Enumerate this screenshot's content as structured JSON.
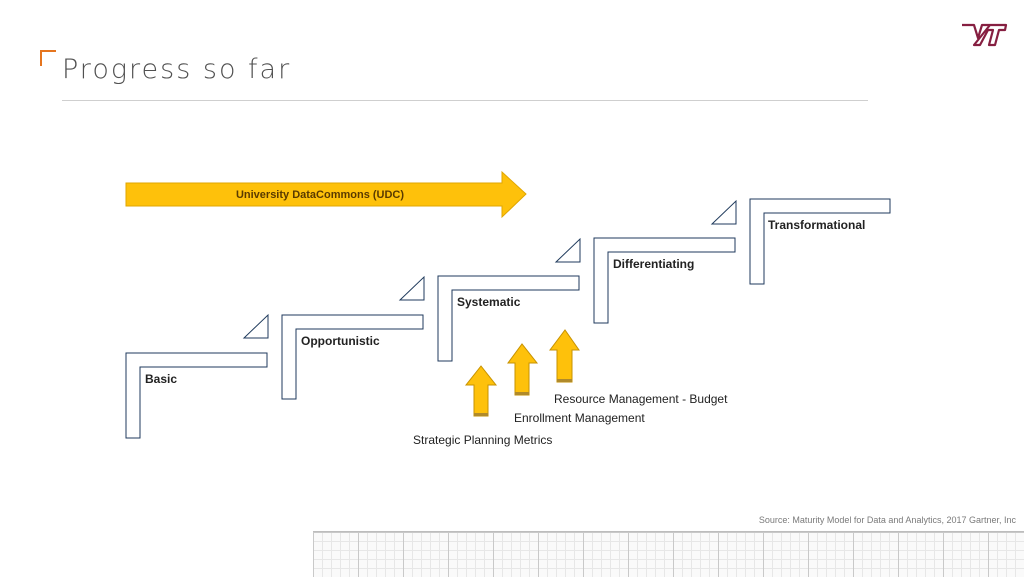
{
  "slide": {
    "title": "Progress so far",
    "source": "Source: Maturity Model for Data and Analytics, 2017 Gartner, Inc"
  },
  "logo": {
    "text": "VT"
  },
  "initiative": {
    "label": "University DataCommons (UDC)"
  },
  "stages": [
    {
      "label": "Basic"
    },
    {
      "label": "Opportunistic"
    },
    {
      "label": "Systematic"
    },
    {
      "label": "Differentiating"
    },
    {
      "label": "Transformational"
    }
  ],
  "milestones": [
    {
      "label": "Strategic Planning Metrics"
    },
    {
      "label": "Enrollment Management"
    },
    {
      "label": "Resource Management - Budget"
    }
  ],
  "colors": {
    "accent": "#e5751f",
    "arrow": "#fec10b",
    "brand": "#861f41",
    "step_stroke": "#1f3a5c"
  }
}
